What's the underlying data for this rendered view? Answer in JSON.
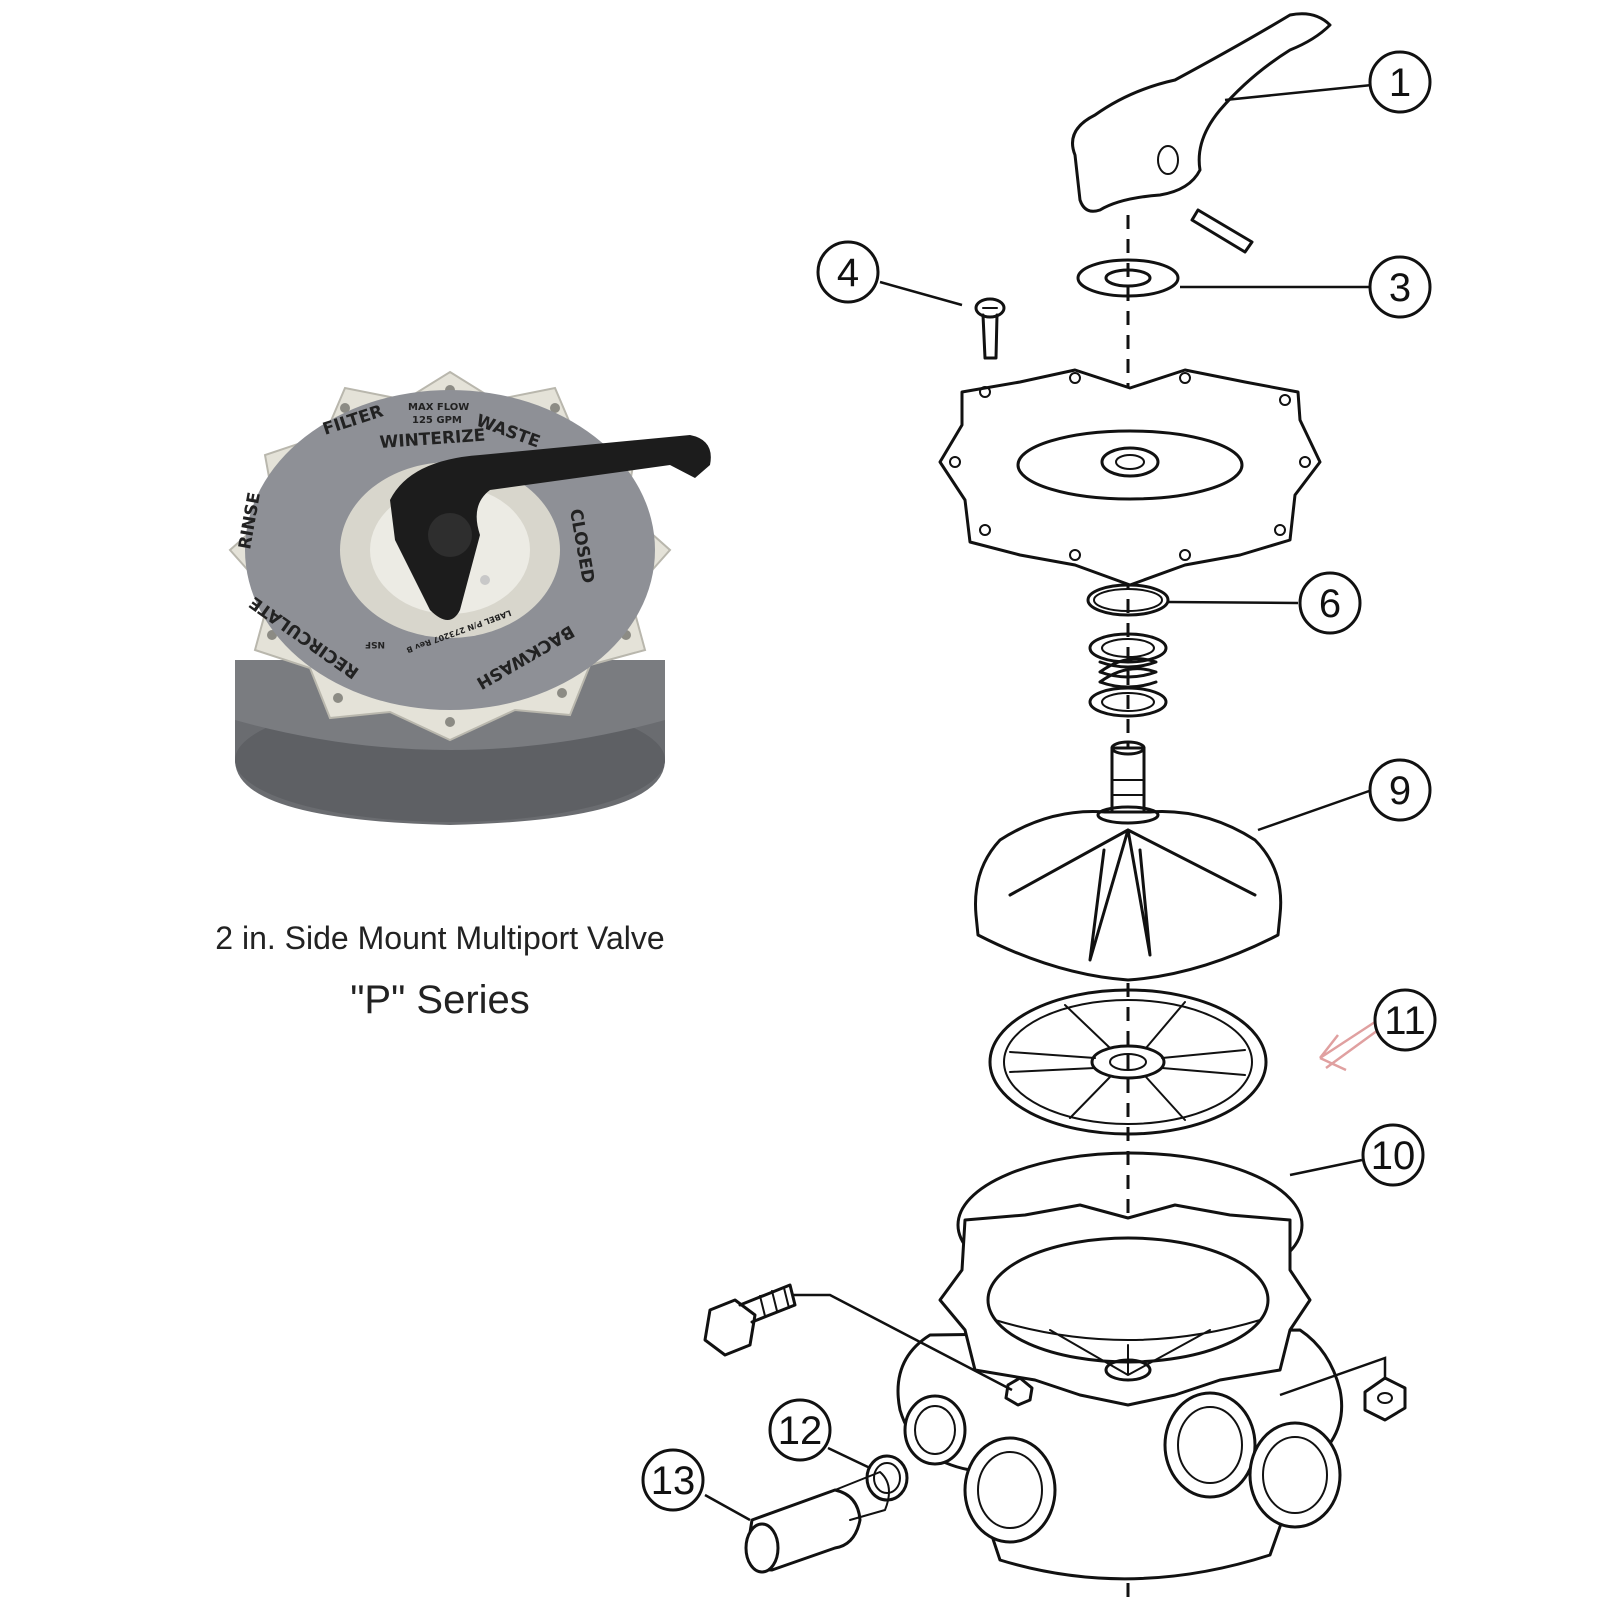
{
  "caption": {
    "line1": "2 in. Side Mount Multiport Valve",
    "line2": "\"P\" Series"
  },
  "dial_labels": {
    "filter": "FILTER",
    "winterize": "WINTERIZE",
    "waste": "WASTE",
    "closed": "CLOSED",
    "backwash": "BACKWASH",
    "recirculate": "RECIRCULATE",
    "rinse": "RINSE",
    "max_flow": "MAX FLOW",
    "flow_value": "125 GPM",
    "nsf": "NSF",
    "label_pn": "LABEL P/N 273207 Rev B"
  },
  "callouts": [
    "1",
    "3",
    "4",
    "6",
    "9",
    "11",
    "10",
    "12",
    "13"
  ],
  "colors": {
    "line": "#111111",
    "valve_body": "#e4e2d8",
    "dial": "#8e9096",
    "handle": "#1c1c1c",
    "base": "#6a6c70",
    "arrow_11": "#e0a0a0"
  }
}
